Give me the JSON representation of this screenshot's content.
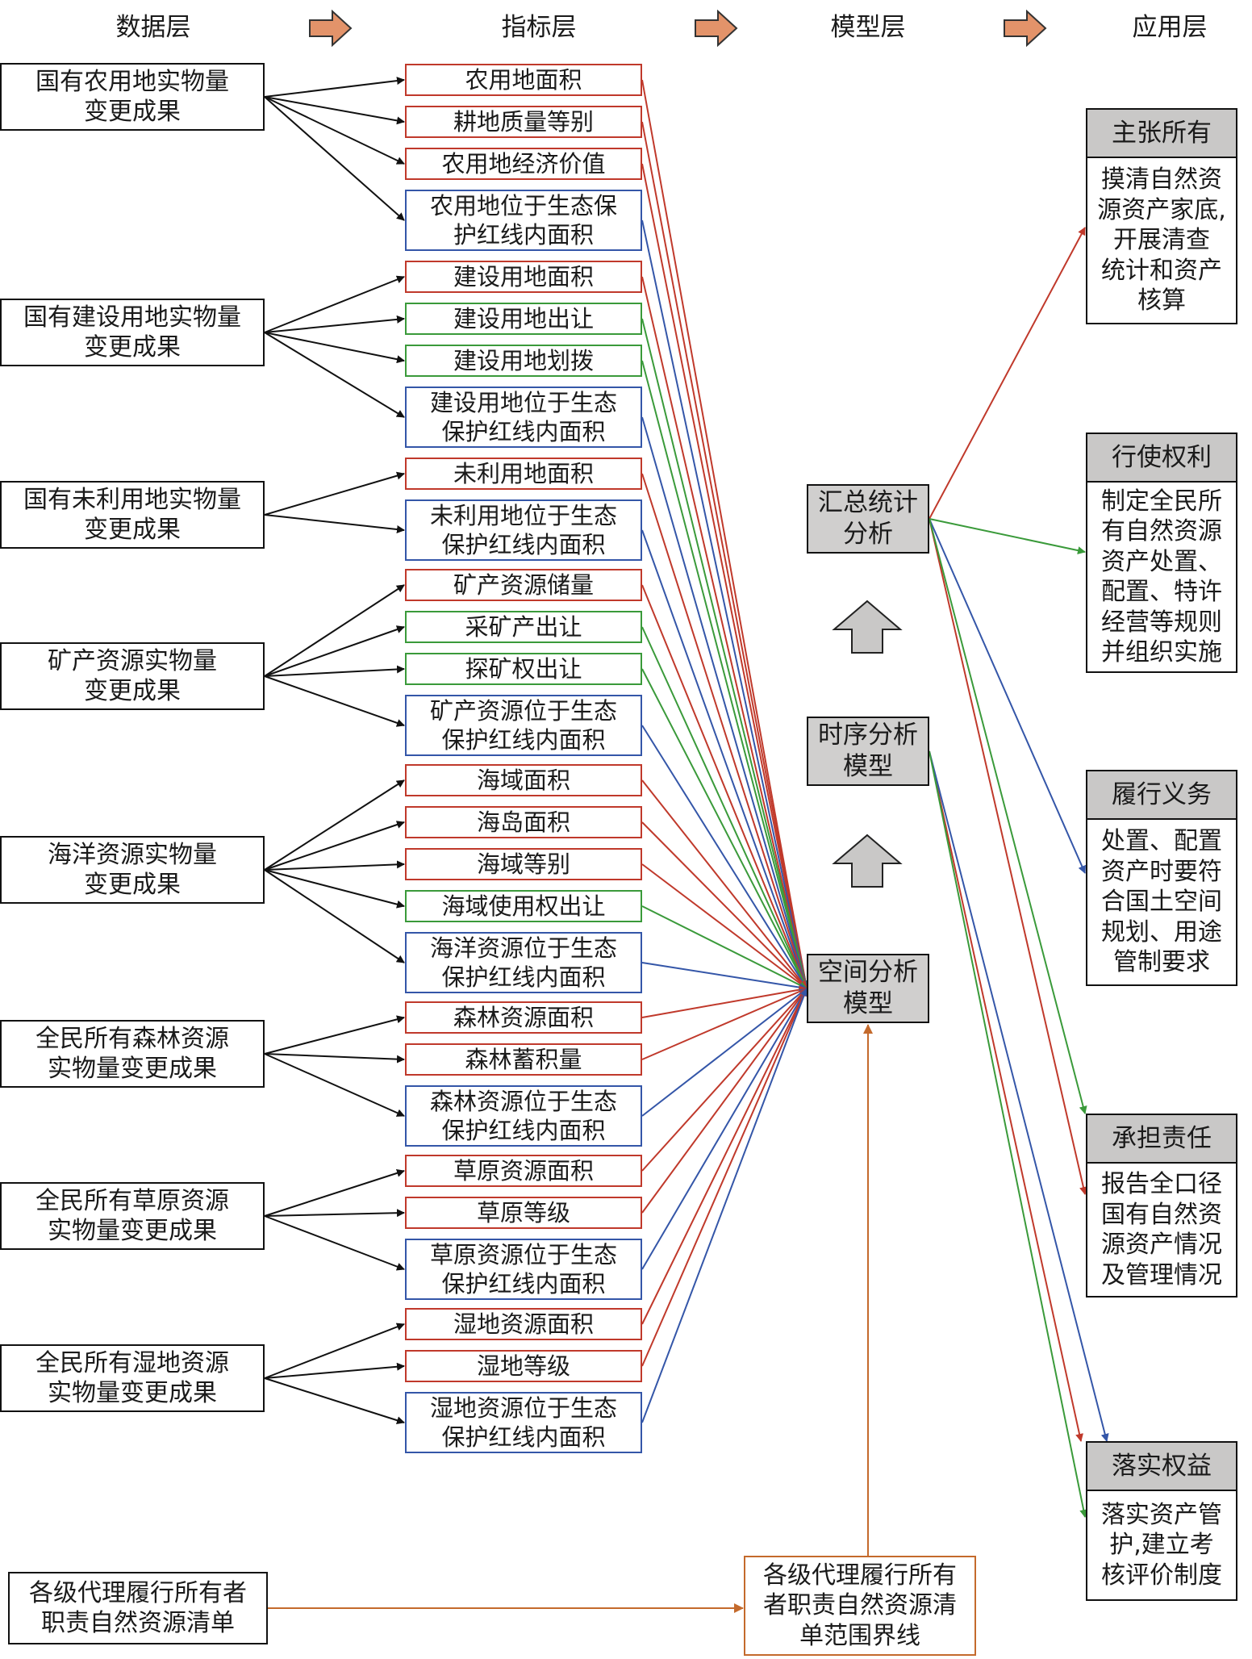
{
  "layers": {
    "data": "数据层",
    "indicator": "指标层",
    "model": "模型层",
    "application": "应用层"
  },
  "sources": [
    "国有农用地实物量\n变更成果",
    "国有建设用地实物量\n变更成果",
    "国有未利用地实物量\n变更成果",
    "矿产资源实物量\n变更成果",
    "海洋资源实物量\n变更成果",
    "全民所有森林资源\n实物量变更成果",
    "全民所有草原资源\n实物量变更成果",
    "全民所有湿地资源\n实物量变更成果"
  ],
  "indicators": [
    "农用地面积",
    "耕地质量等别",
    "农用地经济价值",
    "农用地位于生态保\n护红线内面积",
    "建设用地面积",
    "建设用地出让",
    "建设用地划拨",
    "建设用地位于生态\n保护红线内面积",
    "未利用地面积",
    "未利用地位于生态\n保护红线内面积",
    "矿产资源储量",
    "采矿产出让",
    "探矿权出让",
    "矿产资源位于生态\n保护红线内面积",
    "海域面积",
    "海岛面积",
    "海域等别",
    "海域使用权出让",
    "海洋资源位于生态\n保护红线内面积",
    "森林资源面积",
    "森林蓄积量",
    "森林资源位于生态\n保护红线内面积",
    "草原资源面积",
    "草原等级",
    "草原资源位于生态\n保护红线内面积",
    "湿地资源面积",
    "湿地等级",
    "湿地资源位于生态\n保护红线内面积"
  ],
  "models": {
    "summary": "汇总统计\n分析",
    "timeseries": "时序分析\n模型",
    "spatial": "空间分析\n模型"
  },
  "applications": [
    {
      "title": "主张所有",
      "body": "摸清自然资\n源资产家底,\n开展清查\n统计和资产\n核算"
    },
    {
      "title": "行使权利",
      "body": "制定全民所\n有自然资源\n资产处置、\n配置、特许\n经营等规则\n并组织实施"
    },
    {
      "title": "履行义务",
      "body": "处置、配置\n资产时要符\n合国土空间\n规划、用途\n管制要求"
    },
    {
      "title": "承担责任",
      "body": "报告全口径\n国有自然资\n源资产情况\n及管理情况"
    },
    {
      "title": "落实权益",
      "body": "落实资产管\n护,建立考\n核评价制度"
    }
  ],
  "bottom": {
    "list": "各级代理履行所有者\n职责自然资源清单",
    "boundary": "各级代理履行所有\n者职责自然资源清\n单范围界线"
  },
  "colors": {
    "red": "#c0392b",
    "green": "#3a9a3a",
    "blue": "#3456a8",
    "orange": "#c46a2c",
    "black": "#111111",
    "gray": "#d0cfce"
  }
}
